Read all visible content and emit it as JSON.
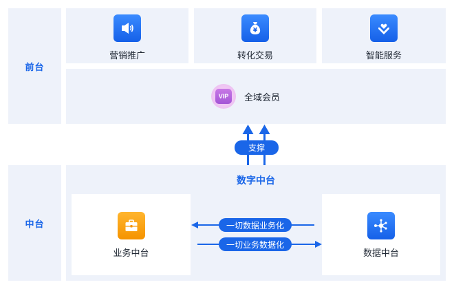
{
  "front": {
    "side_label": "前台",
    "tiles": [
      {
        "label": "营销推广",
        "icon": "speaker-icon"
      },
      {
        "label": "转化交易",
        "icon": "money-bag-icon"
      },
      {
        "label": "智能服务",
        "icon": "heart-hand-icon"
      }
    ],
    "member": {
      "label": "全域会员",
      "badge": "VIP"
    }
  },
  "support": {
    "label": "支撑"
  },
  "middle": {
    "side_label": "中台",
    "title": "数字中台",
    "business": {
      "label": "业务中台",
      "icon": "briefcase-icon"
    },
    "data": {
      "label": "数据中台",
      "icon": "network-nodes-icon"
    },
    "flows": [
      {
        "label": "一切数据业务化",
        "direction": "to-business"
      },
      {
        "label": "一切业务数据化",
        "direction": "to-data"
      }
    ]
  },
  "colors": {
    "accent": "#1a66e8",
    "panel": "#eef2fa",
    "orange": "#f59300",
    "vip": "#a354d6"
  }
}
